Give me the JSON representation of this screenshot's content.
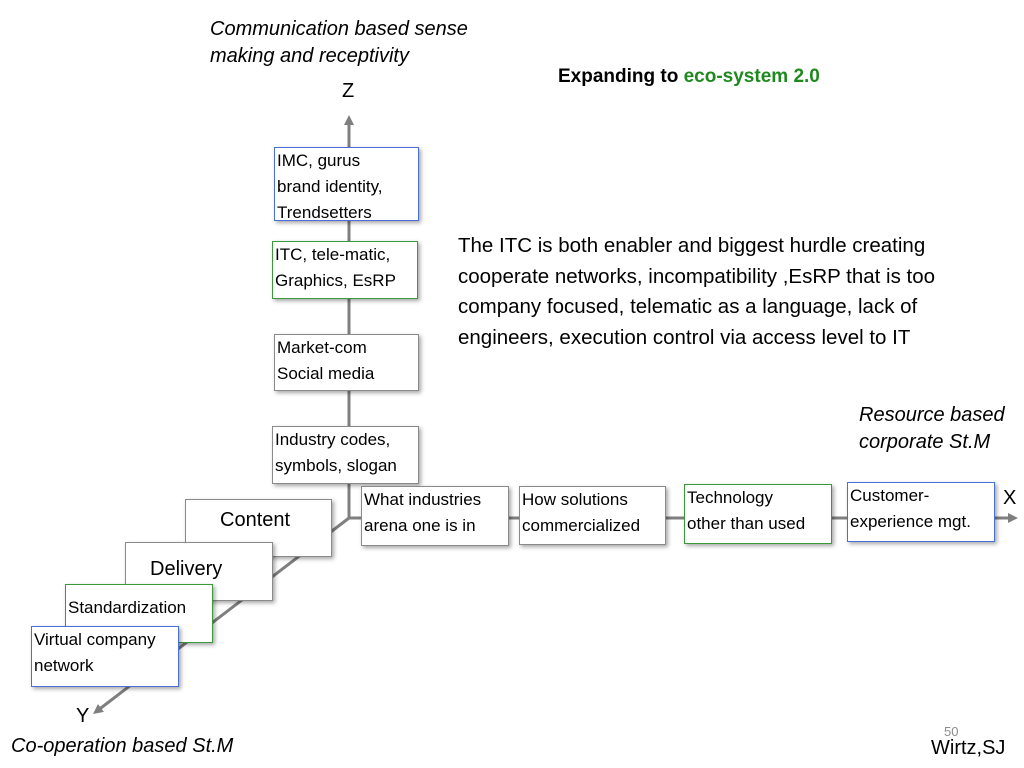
{
  "title": {
    "prefix": "Expanding to ",
    "accent": "eco-system 2.0",
    "accent_color": "#1e8a1e"
  },
  "axes": {
    "z": {
      "letter": "Z",
      "caption_line1": "Communication based sense",
      "caption_line2": "making and receptivity"
    },
    "x": {
      "letter": "X",
      "caption_line1": "Resource based",
      "caption_line2": "corporate St.M"
    },
    "y": {
      "letter": "Y",
      "caption": "Co-operation based St.M"
    }
  },
  "z_boxes": [
    {
      "text": "IMC, gurus\n brand identity,\nTrendsetters",
      "border": "blue"
    },
    {
      "text": "ITC, tele-matic,\nGraphics, EsRP",
      "border": "green"
    },
    {
      "text": " Market-com\n Social media",
      "border": "gray"
    },
    {
      "text": "Industry codes,\nsymbols, slogan",
      "border": "gray"
    }
  ],
  "x_boxes": [
    {
      "text": "What industries\narena one is in",
      "border": "gray"
    },
    {
      "text": "How solutions\ncommercialized",
      "border": "gray"
    },
    {
      "text": "Technology\nother than used",
      "border": "green"
    },
    {
      "text": "Customer-\nexperience mgt.",
      "border": "blue"
    }
  ],
  "y_boxes": [
    {
      "text": "Content",
      "border": "gray"
    },
    {
      "text": "Delivery",
      "border": "gray"
    },
    {
      "text": "Standardization",
      "border": "green"
    },
    {
      "text": "Virtual company\nnetwork",
      "border": "blue"
    }
  ],
  "note": "The ITC is both enabler and biggest hurdle creating cooperate networks, incompatibility ,EsRP that is too company focused, telematic as a language, lack of engineers, execution control via access level to IT",
  "slide_number": "50",
  "author": "Wirtz,SJ",
  "colors": {
    "axis": "#7f7f7f",
    "blue_border": "#4a6fd8",
    "green_border": "#3a9a3a",
    "gray_border": "#8a8a8a"
  }
}
